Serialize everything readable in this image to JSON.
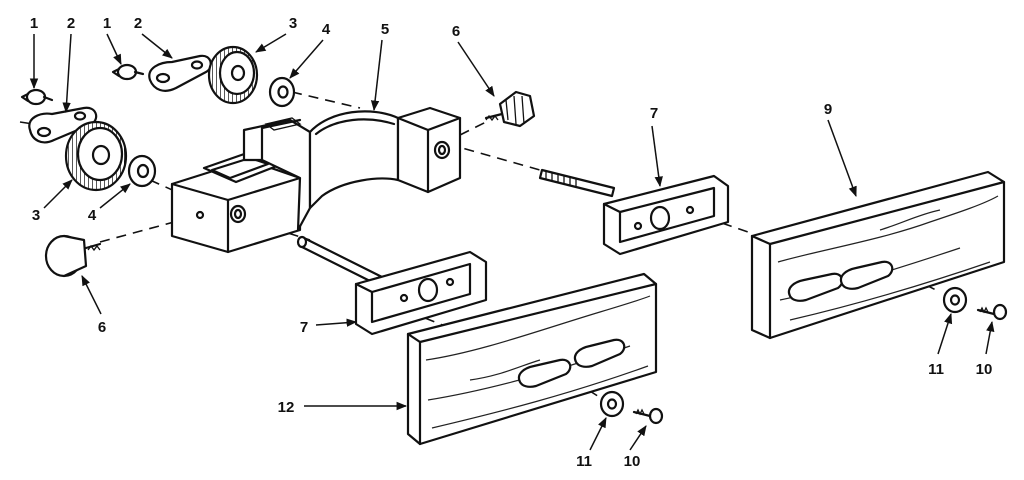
{
  "callouts": {
    "c1a": "1",
    "c2a": "2",
    "c1b": "1",
    "c2b": "2",
    "c3a": "3",
    "c4a": "4",
    "c5": "5",
    "c6a": "6",
    "c7a": "7",
    "c9": "9",
    "c3b": "3",
    "c4b": "4",
    "c6b": "6",
    "c7b": "7",
    "c12": "12",
    "c11a": "11",
    "c10a": "10",
    "c11b": "11",
    "c10b": "10"
  }
}
